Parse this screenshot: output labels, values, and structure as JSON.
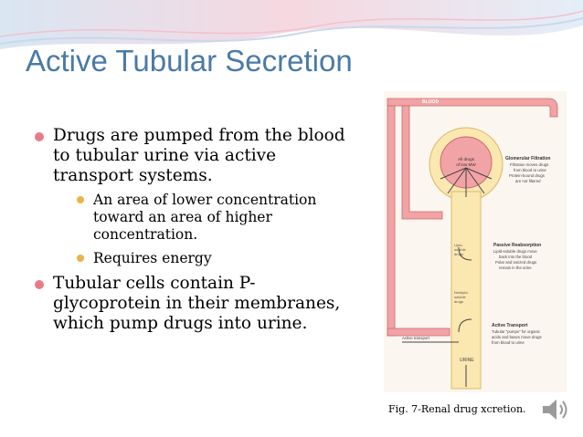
{
  "slide": {
    "title": "Active Tubular Secretion",
    "bullets": [
      {
        "text": "Drugs are pumped from the blood to tubular urine via active transport systems.",
        "sub": [
          "An area of lower concentration toward an area of higher concentration.",
          "Requires energy"
        ]
      },
      {
        "text": "Tubular cells contain P-glycoprotein in their membranes, which pump drugs into urine.",
        "sub": []
      }
    ],
    "caption": "Fig. 7-Renal drug xcretion."
  },
  "figure": {
    "blood_label": "BLOOD",
    "all_drugs": [
      "All drugs",
      "of low MW"
    ],
    "glomerular": {
      "title": "Glomerular Filtration",
      "lines": [
        "Filtration moves drugs",
        "from blood to urine",
        "Protein-bound drugs",
        "are not filtered"
      ]
    },
    "passive": {
      "title": "Passive Reabsorption",
      "lines": [
        "Lipid-soluble drugs move",
        "back into the blood",
        "Polar and ionized drugs",
        "remain in the urine"
      ]
    },
    "lipid_label": [
      "Lipid-",
      "soluble",
      "drugs"
    ],
    "nonlipid_label": [
      "Nonlipid-",
      "soluble",
      "drugs"
    ],
    "active": {
      "title": "Active Transport",
      "lines": [
        "Tubular \"pumps\" for organic",
        "acids and bases move drugs",
        "from blood to urine"
      ]
    },
    "active_arrow_label": "Active transport",
    "urine_label": "URINE"
  },
  "colors": {
    "title": "#4a7aa6",
    "bullet_main": "#e97a8a",
    "bullet_sub": "#e8b54a",
    "vessel": "#f2a3a5",
    "tubule": "#fbe7b0"
  },
  "icons": [
    "speaker-icon"
  ]
}
